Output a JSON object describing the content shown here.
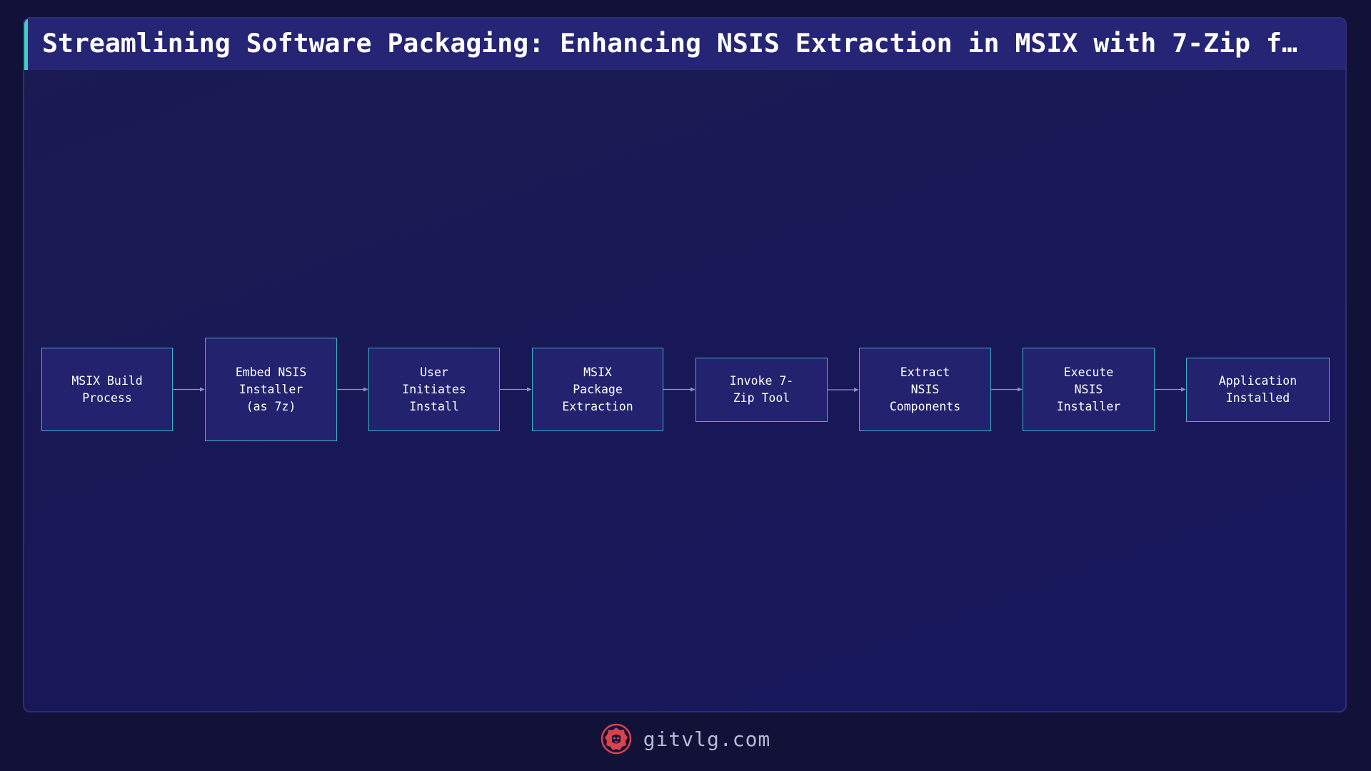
{
  "title": "Streamlining Software Packaging: Enhancing NSIS Extraction in MSIX with 7-Zip f…",
  "flow": {
    "nodes": [
      {
        "id": "msix-build",
        "label": "MSIX Build\nProcess"
      },
      {
        "id": "embed-nsis",
        "label": "Embed NSIS\nInstaller\n(as 7z)"
      },
      {
        "id": "user-install",
        "label": "User\nInitiates\nInstall"
      },
      {
        "id": "msix-extraction",
        "label": "MSIX\nPackage\nExtraction"
      },
      {
        "id": "invoke-7zip",
        "label": "Invoke 7-\nZip Tool"
      },
      {
        "id": "extract-nsis",
        "label": "Extract\nNSIS\nComponents"
      },
      {
        "id": "execute-nsis",
        "label": "Execute\nNSIS\nInstaller"
      },
      {
        "id": "app-installed",
        "label": "Application\nInstalled"
      }
    ],
    "edges": [
      [
        "msix-build",
        "embed-nsis"
      ],
      [
        "embed-nsis",
        "user-install"
      ],
      [
        "user-install",
        "msix-extraction"
      ],
      [
        "msix-extraction",
        "invoke-7zip"
      ],
      [
        "invoke-7zip",
        "extract-nsis"
      ],
      [
        "extract-nsis",
        "execute-nsis"
      ],
      [
        "execute-nsis",
        "app-installed"
      ]
    ]
  },
  "footer": {
    "site": "gitvlg.com",
    "logo_icon": "lion-icon"
  },
  "colors": {
    "background": "#121238",
    "panel": "#1b1b52",
    "title_bar": "#252475",
    "title_accent": "#3fd0c4",
    "node_fill": "#22226e",
    "node_border": "#3fb1c6",
    "edge": "#8c92c8",
    "logo": "#d9434a"
  }
}
